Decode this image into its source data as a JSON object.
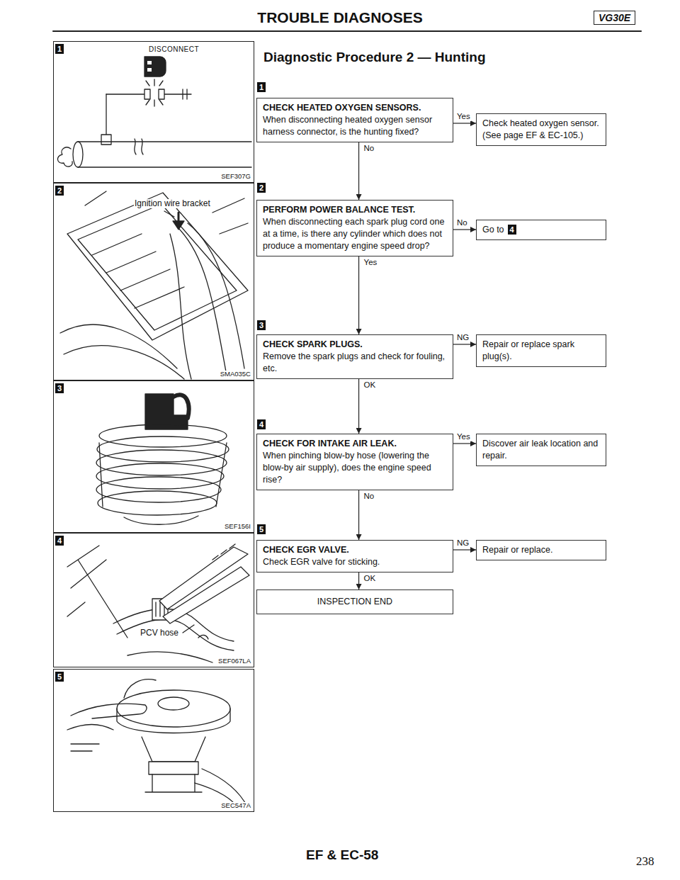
{
  "diagram": {
    "title": "TROUBLE DIAGNOSES",
    "nodes": [
      {
        "text": [
          "VG30E"
        ]
      },
      {
        "text": [
          "DISCONNECT",
          "SEF307G"
        ]
      },
      {
        "text": [
          "Ignition wire bracket",
          "SMA035C"
        ]
      },
      {
        "text": [
          "SEF156I"
        ]
      },
      {
        "text": [
          "PCV hose",
          "SEF067LA"
        ]
      },
      {
        "text": [
          "SEC547A"
        ]
      },
      {
        "text": [
          "CHECK HEATED OXYGEN SENSORS.",
          "When disconnecting heated oxygen sensor harness connector, is the hunting fixed?"
        ]
      },
      {
        "text": [
          "Check heated oxygen sensor. (See page EF & EC-105.)"
        ]
      },
      {
        "text": [
          "PERFORM POWER BALANCE TEST.",
          "When disconnecting each spark plug cord one at a time, is there any cylinder which does not produce a momentary engine speed drop?"
        ]
      },
      {
        "text": [
          "Go to",
          "4"
        ]
      },
      {
        "text": [
          "CHECK SPARK PLUGS.",
          "Remove the spark plugs and check for fouling, etc."
        ]
      },
      {
        "text": [
          "Repair or replace spark plug(s)."
        ]
      },
      {
        "text": [
          "CHECK FOR INTAKE AIR LEAK.",
          "When pinching blow-by hose (lowering the blow-by air supply), does the engine speed rise?"
        ]
      },
      {
        "text": [
          "Discover air leak location and repair."
        ]
      },
      {
        "text": [
          "CHECK EGR VALVE.",
          "Check EGR valve for sticking."
        ]
      },
      {
        "text": [
          "Repair or replace."
        ]
      },
      {
        "text": [
          "INSPECTION END"
        ]
      }
    ],
    "edges": [
      {
        "from": 6,
        "to": 7,
        "label": "Yes",
        "arrow": "to"
      },
      {
        "from": 6,
        "to": 8,
        "label": "No",
        "arrow": "to"
      },
      {
        "from": 8,
        "to": 9,
        "label": "No",
        "arrow": "to"
      },
      {
        "from": 8,
        "to": 10,
        "label": "Yes",
        "arrow": "to"
      },
      {
        "from": 10,
        "to": 11,
        "label": "NG",
        "arrow": "to"
      },
      {
        "from": 10,
        "to": 12,
        "label": "OK",
        "arrow": "to"
      },
      {
        "from": 12,
        "to": 13,
        "label": "Yes",
        "arrow": "to"
      },
      {
        "from": 12,
        "to": 14,
        "label": "No",
        "arrow": "to"
      },
      {
        "from": 14,
        "to": 15,
        "label": "NG",
        "arrow": "to"
      },
      {
        "from": 14,
        "to": 16,
        "label": "OK",
        "arrow": "to"
      }
    ],
    "labels": [
      "Diagnostic Procedure 2 — Hunting",
      "1",
      "1",
      "2",
      "2",
      "3",
      "3",
      "4",
      "4",
      "5",
      "5",
      "EF & EC-58",
      "238"
    ]
  }
}
